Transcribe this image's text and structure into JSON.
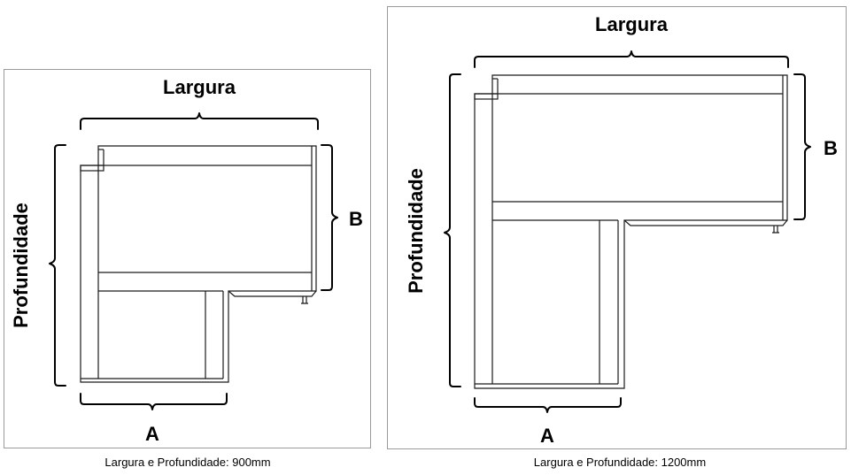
{
  "diagrams": [
    {
      "width_label": "Largura",
      "depth_label": "Profundidade",
      "a_label": "A",
      "b_label": "B",
      "caption": "Largura e Profundidade: 900mm"
    },
    {
      "width_label": "Largura",
      "depth_label": "Profundidade",
      "a_label": "A",
      "b_label": "B",
      "caption": "Largura e Profundidade: 1200mm"
    }
  ]
}
